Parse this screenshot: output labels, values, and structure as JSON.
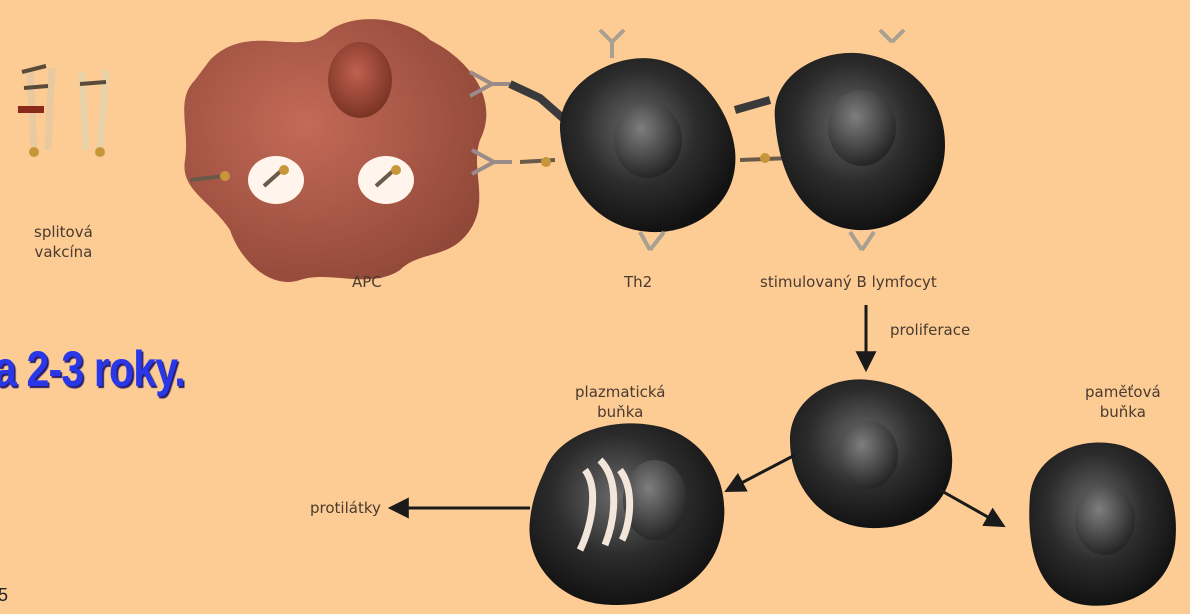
{
  "slide": {
    "headline": "a 2-3 roky.",
    "page_number": "5"
  },
  "diagram": {
    "vaccine_label": [
      "splitová",
      "vakcína"
    ],
    "apc_label": "APC",
    "th2_label": "Th2",
    "b_cell_label": "stimulovaný B lymfocyt",
    "proliferation_label": "proliferace",
    "plasma_cell_label": [
      "plazmatická",
      "buňka"
    ],
    "memory_cell_label": [
      "paměťová",
      "buňka"
    ],
    "antibodies_label": "protilátky"
  },
  "colors": {
    "background": "#fccc94",
    "apc": "#b15b4a",
    "cell_dark": "#2a2a2a",
    "headline": "#2838e8"
  }
}
